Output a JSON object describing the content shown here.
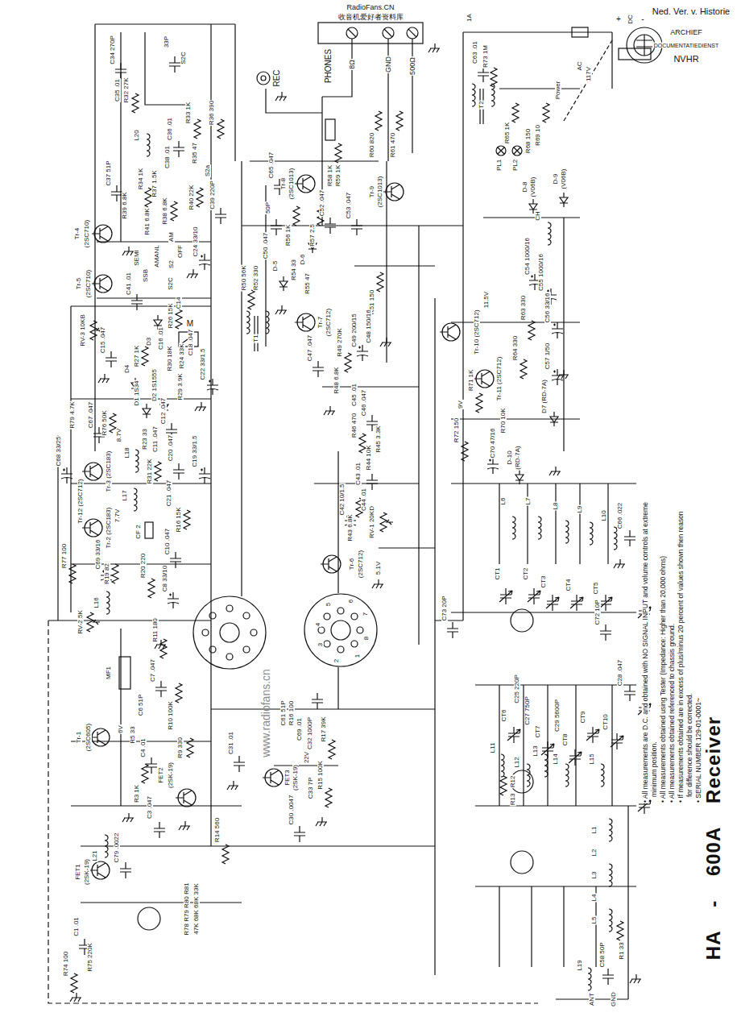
{
  "diagram": {
    "title": "HA - 600A Receiver",
    "labels": [
      "RadioFans.CN",
      "收音机爱好者资料库",
      "Ned. Ver. v. Historie",
      "ARCHIEF",
      "DOCUMENTATIEDIENST",
      "NVHR",
      "• All measurements are D.C. and obtained with NO SIGNAL INPUT and volume controls at extreme",
      "minimum position.",
      "• All measurements obtained using Tester (Impedance: Higher than 20,000 ohms)",
      "• All measurements obtained referenced to chassis ground.",
      "• If measurements obtained are in excess of plus/minus 20 percent of values shown then reason",
      "for difference should be corrected.",
      "• SERIAL NUMBER 129-01-0001~",
      "www.radiofans.cn",
      "REC",
      "PHONES",
      "8Ω",
      "GND",
      "500Ω",
      "C65 .047",
      "R60 820",
      "R61 470",
      "C34 270P",
      "33P",
      "C35 .01",
      "R32 27K",
      "L20",
      "C36 .01",
      "S2C",
      "R33 1K",
      "R36 390",
      "R35 47",
      "S2a",
      "Tr-4",
      "(2SC710)",
      "C37 51P",
      "R34 1K",
      "R37 1.5K",
      "R38 6.8K",
      "C38 .01",
      "C39 220P",
      "Tr-5",
      "(2SC710)",
      "R39 6.8K",
      "R40 22K",
      "R41 6.8K",
      "C24 33/10",
      "AMANL",
      "AM",
      "OFF",
      "S2",
      "S2C",
      "SEMI",
      "SSB",
      "C41 .01",
      "C14",
      "M",
      "RV-3 10KB",
      "R26 15K",
      "C15 .047",
      "R27 1K",
      "D3",
      "D4",
      "D1 1S34",
      "D2 1S1555",
      "C16 .01",
      "R30 18K",
      "R29 3.9K",
      "C18 .047",
      "C22 33/1.5",
      "R24 33K",
      "R79 4.7K",
      "C67 .047",
      "R76 50K",
      "L18",
      "Tr-3 (2SC183)",
      "8.7V",
      "R31 22K",
      "R23 33",
      "C11 .047",
      "C12 .047",
      "C20 .047",
      "C19 33/1.5",
      "C68 33/25",
      "Tr-12 (2SC712)",
      "L17",
      "C21 .047",
      "R16 15K",
      "C10 .047",
      "CF 2",
      "R77 100",
      "C69 33/16",
      "Tr-2 (2SC183)",
      "7.7V",
      "R19 82",
      "R20 220",
      "C8 33/10",
      "L16",
      "RV-2 5K",
      "R11 180",
      "MF1",
      "C7 .047",
      "C6 51P",
      "R10 100K",
      "FET2",
      "(2SK-19)",
      "C4 .01",
      "R9 330",
      "R5 33",
      "6V",
      "Tr-1",
      "(2SC605)",
      "R3 1K",
      "C3 .047",
      "L21",
      "C79 .0022",
      "FET1",
      "(2SK-19)",
      "C1 .01",
      "R75 220K",
      "R74 100",
      "R14 560",
      "R78 R79 R80 R81",
      "47K 68K 68K 33K",
      "C31 .01",
      "C61 51P",
      "R16 100",
      "C69 .01",
      "C32 1000P",
      "22V",
      "R17 39K",
      "R15 100K",
      "C30 .0047",
      "FET3",
      "(2SK-19)",
      "C33 7P",
      "1",
      "2",
      "3",
      "4",
      "5",
      "6",
      "7",
      "8",
      "50P",
      "Tr-8",
      "(2SC1013)",
      "R58 1K",
      "R59 1K",
      "C52 .047",
      "C53 .047",
      "C50 .047",
      "D-5",
      "R56 1K",
      "R57 2.5",
      "R54 33",
      "R55 47",
      "D-6",
      "R50 56K",
      "R52 330",
      "T1",
      "Tr-9",
      "(2SC1013)",
      "R51 150",
      "C49 200/15",
      "C48 150/16",
      "Tr-7",
      "(2SC712)",
      "C47 .047",
      "R49 270K",
      "R48 6.8K",
      "C45 .01",
      "C46 .047",
      "R46 470",
      "Tr-6",
      "(2SC712)",
      "5.1V",
      "R43 6.8K",
      "C42 10/1.5",
      "C44 .01",
      "C43 .01",
      "R44 10K",
      "R45 3.3K",
      "RV-1 20KD",
      "C63 .01",
      "R73 1M",
      "1A",
      "T2",
      "Power",
      "AC",
      "117V",
      "DC",
      "+",
      "-",
      "R65 1K",
      "R69 10",
      "R68 150",
      "PL1",
      "PL2",
      "D-8",
      "(V06B)",
      "D-9",
      "(V06B)",
      "CH",
      "C54 1000/16",
      "C55 1000/16",
      "C56 33/16",
      "R63 330",
      "Tr-10 (2SC712)",
      "11.5V",
      "R64 330",
      "C57 1/50",
      "R71 1K",
      "Tr-11 (2SC712)",
      "D7 (RD-7A)",
      "R70 10K",
      "9V",
      "R72 150",
      "C70 47/16",
      "D-10",
      "(RD-7A)",
      "L6",
      "L7",
      "L8",
      "L9",
      "L10",
      "C66 .022",
      "CT1",
      "CT2",
      "CT3",
      "CT4",
      "CT5",
      "C73 20P",
      "C72 10P",
      "C25 220P",
      "C27 750P",
      "C29 5600P",
      "C28 .047",
      "CT6",
      "CT7",
      "CT8",
      "CT9",
      "CT10",
      "L11",
      "L12",
      "L13",
      "L14",
      "L15",
      "R12",
      "R13",
      "L1",
      "L2",
      "L3",
      "L4",
      "L5",
      "L19",
      "C58 50P",
      "R1 33",
      "ANT",
      "GND"
    ]
  }
}
